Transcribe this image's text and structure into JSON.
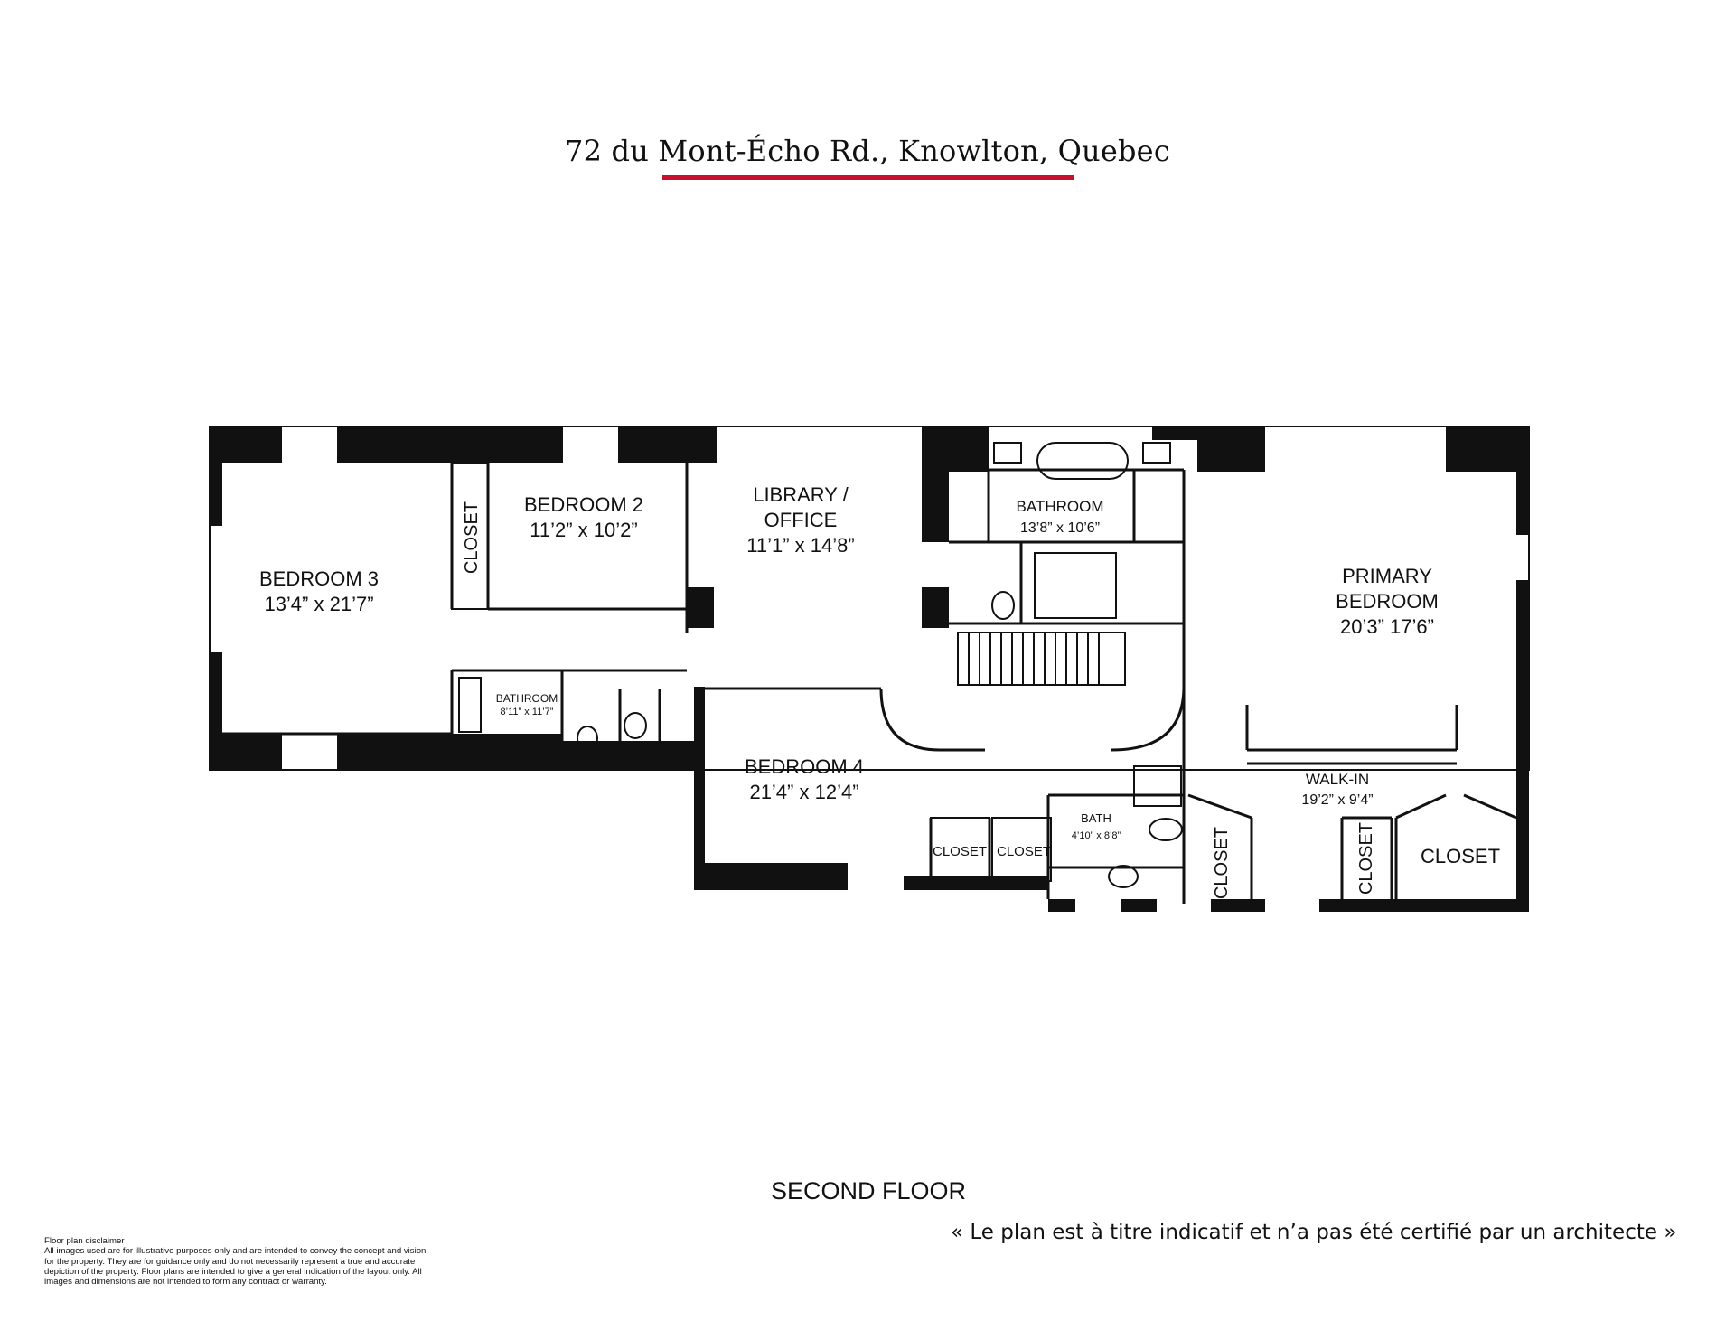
{
  "header": {
    "address": "72 du Mont-Écho Rd., Knowlton, Quebec",
    "accent_color": "#c8102e"
  },
  "rooms": {
    "bedroom3": {
      "name": "BEDROOM 3",
      "dims": "13’4” x 21’7”"
    },
    "bedroom2": {
      "name": "BEDROOM 2",
      "dims": "11’2” x 10’2”"
    },
    "library": {
      "name_line1": "LIBRARY /",
      "name_line2": "OFFICE",
      "dims": "11’1” x 14’8”"
    },
    "bathroom_main": {
      "name": "BATHROOM",
      "dims": "13’8” x 10’6”"
    },
    "primary": {
      "name_line1": "PRIMARY",
      "name_line2": "BEDROOM",
      "dims": "20’3” 17’6”"
    },
    "bathroom_small": {
      "name": "BATHROOM",
      "dims": "8’11” x 11’7”"
    },
    "bedroom4": {
      "name": "BEDROOM 4",
      "dims": "21’4” x 12’4”"
    },
    "bath": {
      "name": "BATH",
      "dims": "4’10” x 8’8”"
    },
    "walkin": {
      "name": "WALK-IN",
      "dims": "19’2” x 9’4”"
    }
  },
  "closets": {
    "label": "CLOSET"
  },
  "floor_label": "SECOND FLOOR",
  "disclaimer": {
    "heading": "Floor plan disclaimer",
    "lines": [
      "All images used are for illustrative purposes only and are intended to convey the concept and vision",
      "for the property. They are for guidance only and do not necessarily represent a true and accurate",
      "depiction of the property. Floor plans are intended to give a general indication of the layout only. All",
      "images and dimensions are not intended to form any contract or warranty."
    ]
  },
  "certification_note": "« Le plan est à titre indicatif et n’a pas été certifié par un architecte »"
}
